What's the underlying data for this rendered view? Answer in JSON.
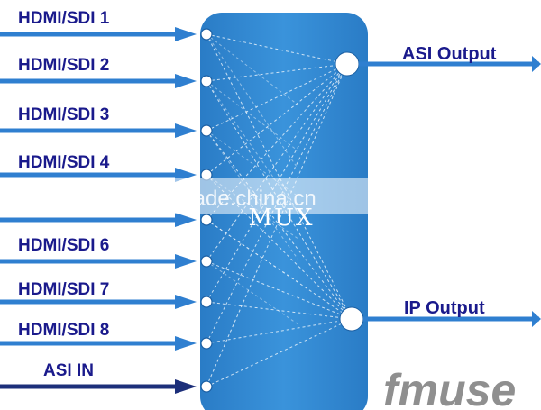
{
  "inputs": [
    {
      "label": "HDMI/SDI 1"
    },
    {
      "label": "HDMI/SDI 2"
    },
    {
      "label": "HDMI/SDI 3"
    },
    {
      "label": "HDMI/SDI 4"
    },
    {
      "label": ""
    },
    {
      "label": "HDMI/SDI 6"
    },
    {
      "label": "HDMI/SDI 7"
    },
    {
      "label": "HDMI/SDI 8"
    },
    {
      "label": "ASI IN"
    }
  ],
  "mux": {
    "label": "MUX"
  },
  "outputs": [
    {
      "label": "ASI Output"
    },
    {
      "label": "IP Output"
    }
  ],
  "watermark": {
    "text": "trade.china.cn"
  },
  "logo": {
    "text": "fmuse"
  },
  "colors": {
    "mux_fill": "#2d86cf",
    "arrow_blue": "#2f7fd0",
    "arrow_navy": "#1c2f7a",
    "label_text": "#1a1a8c",
    "logo_gray": "#8f8f8f"
  }
}
